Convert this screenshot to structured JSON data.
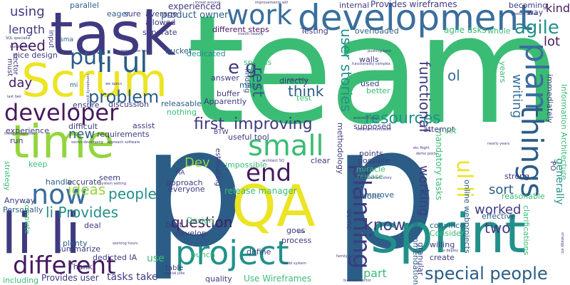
{
  "palette": {
    "background": "#ffffff",
    "dark_blue": "#2b5d87",
    "indigo": "#3f3a80",
    "purple": "#461a5e",
    "teal": "#22908a",
    "green": "#3bbc74",
    "yellow_green": "#93d53f",
    "yellow": "#ece424",
    "mid_blue": "#3a6e9c"
  },
  "words": {
    "team": "team",
    "p_left": "p",
    "p_right": "p",
    "task": "task",
    "development": "development",
    "scrum": "Scrum",
    "time": "time",
    "sprint": "sprint",
    "lili": "li li",
    "project": "project",
    "qa": "QA",
    "developer": "developer",
    "now": "now",
    "different": "different",
    "plan": "plan",
    "things": "things",
    "work": "work",
    "agile": "agile",
    "end": "end",
    "small": "small",
    "planning": "planning",
    "li_ul": "li ul",
    "put": "put",
    "ul_li": "ul li",
    "special_people": "special people",
    "problem": "problem",
    "improving": "improving",
    "first": "first",
    "resources": "resources",
    "functional": "functional",
    "user_stories": "user stories",
    "li_provides": "li Provides",
    "e_g": "e g",
    "rest": "rest",
    "think": "think",
    "know": "know",
    "two": "two",
    "worked": "worked",
    "working": "working",
    "writing": "writing",
    "sort": "sort",
    "ol": "ol",
    "lot": "lot",
    "kind": "kind",
    "need": "need",
    "using": "using",
    "length": "length",
    "people": "people",
    "question": "question",
    "ideas": "ideas",
    "new": "new",
    "day": "day",
    "dev": "Dev",
    "release_manager": "release manager",
    "part": "part",
    "generally": "generally",
    "information_architecture": "Information Architecture",
    "dedicated": "dedicated",
    "experienced": "experienced",
    "product_owner": "product owner",
    "provides_wireframes": "Provides wireframes",
    "agile_asks": "agile asks",
    "different_steps": "different steps",
    "testing": "Testing",
    "overloaded": "overloaded",
    "mandatory_tasks": "mandatory tasks",
    "online_webprojects": "online webprojects",
    "recommendations": "recommendations",
    "methodology": "methodology",
    "effective": "effective",
    "convince": "convince",
    "consider": "Consider",
    "willing": "willing",
    "create": "create",
    "granular": "granular",
    "clarifications": "clarifications",
    "use_wireframes": "Use Wireframes",
    "provides_user": "Provides user",
    "tasks_take": "tasks take",
    "quality": "quality",
    "design": "Design",
    "best": "best",
    "develop": "develop",
    "everyone": "everyone",
    "approach": "approach",
    "tia": "TIA",
    "impossible": "impossible",
    "miracle": "miracle",
    "release": "release",
    "improve": "improve",
    "possible": "possible",
    "points": "points",
    "done": "done",
    "goes": "goes",
    "process": "process",
    "bunch": "bunch",
    "define": "define",
    "use": "use",
    "seem": "seem",
    "requirements": "requirements",
    "experience": "experience",
    "run": "run",
    "keep": "keep",
    "handle": "handle",
    "accurate": "accurate",
    "anyway": "Anyway",
    "personally": "Personally",
    "complete": "complete",
    "plenty": "plenty",
    "summarize": "summarize",
    "thank": "Thank",
    "dedicted_ia": "dedicted IA",
    "including": "including",
    "deal": "deal",
    "table": "table",
    "parallel": "parallel",
    "eager": "eager",
    "sure": "sure",
    "average": "average",
    "allowed": "allowed",
    "separate": "separate",
    "bucket": "bucket",
    "spends": "spends",
    "finding": "finding",
    "answer": "answer",
    "make": "make",
    "directly": "directly",
    "walls": "walls",
    "used": "used",
    "better": "better",
    "test": "test",
    "buffer": "buffer",
    "apparently": "Apparently",
    "nothing": "nothing",
    "releasable": "releasable",
    "discussion": "discussion",
    "assist": "assist",
    "difficult": "difficult",
    "ensure": "ensure",
    "useful_tool": "useful tool",
    "btw": "BTW",
    "estimating": "estimating",
    "clear": "clear",
    "supposed": "supposed",
    "attempt": "attempt",
    "set": "set",
    "strong": "strong",
    "reasonable": "reasonable",
    "po": "PO",
    "accomplish": "accomplish",
    "years": "years",
    "immediately": "immediately",
    "becoming": "becoming",
    "way": "way",
    "internal": "internal",
    "whole": "whole",
    "strategy": "strategy",
    "must": "must",
    "nice_design": "nice design",
    "input": "input",
    "sector": "sector",
    "sma": "sma",
    "mi": "mi",
    "pushing_back": "pushing back",
    "info_strong": "info strong",
    "etc_right": "etc Right",
    "demo_posts": "demo posts",
    "nearly_years": "nearly years",
    "architect_sq": "architect SQ",
    "around_trying": "around trying",
    "improvement_story": "improvement story",
    "well_communicated": "well communicated",
    "family_convince": "family convince",
    "business_sector": "business sector",
    "foster_integration": "foster integration",
    "sector_developing": "sector developing",
    "approach_software": "approach software",
    "system_setting": "system setting",
    "working_hours": "working hours",
    "special_jobs": "special jobs",
    "build_system": "build system",
    "month_heavily": "month heavily",
    "integration_tests": "integration tests",
    "functionality_complex": "functionality complex",
    "complexity_given": "complexity given",
    "we_specs": "we specs",
    "threat_around": "threat around",
    "improvements_will": "improvements will",
    "product_above": "product above",
    "sql_specialist": "SQL specialist",
    "last_two": "last two",
    "tsoi_expect": "tsoi expect",
    "s_deploy": "s deploy",
    "strategy_etc": "strategy etc",
    "jobs": "jobs",
    "demo": "demo"
  }
}
